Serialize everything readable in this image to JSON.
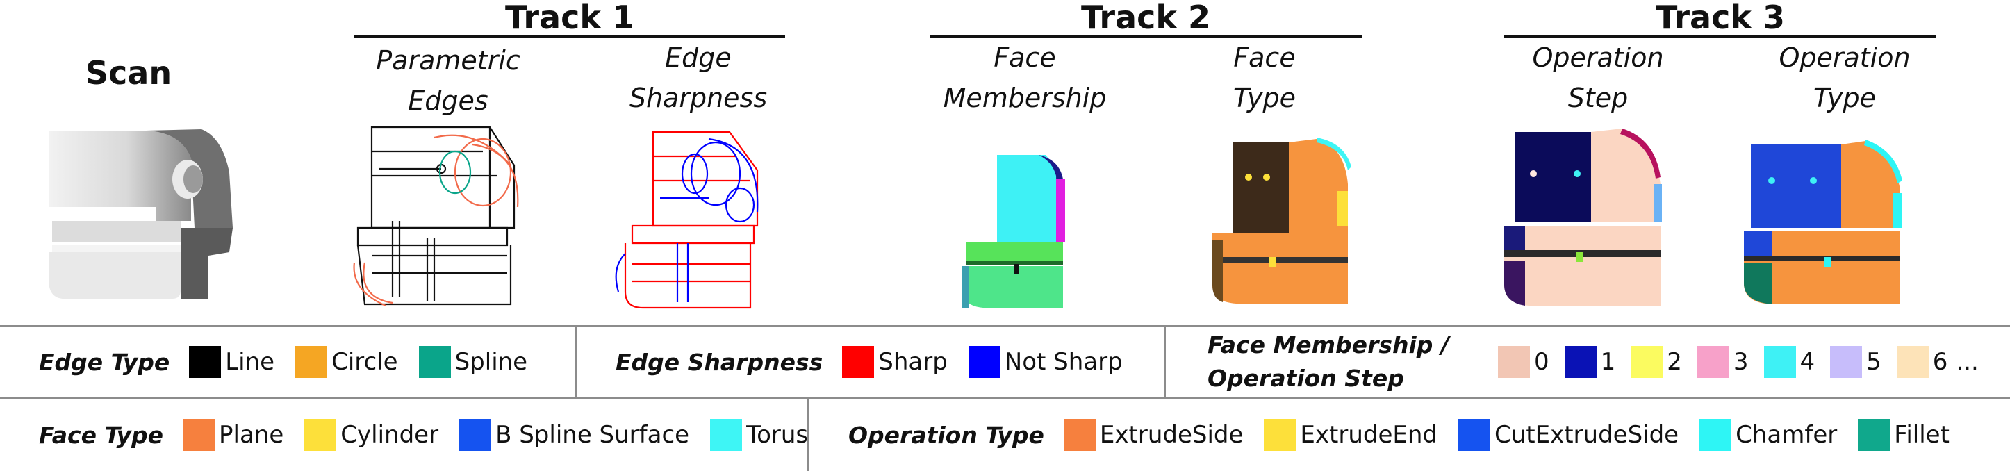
{
  "scan": {
    "title": "Scan"
  },
  "tracks": [
    {
      "title": "Track 1",
      "columns": [
        {
          "line1": "Parametric",
          "line2": "Edges"
        },
        {
          "line1": "Edge",
          "line2": "Sharpness"
        }
      ]
    },
    {
      "title": "Track 2",
      "columns": [
        {
          "line1": "Face",
          "line2": "Membership"
        },
        {
          "line1": "Face",
          "line2": "Type"
        }
      ]
    },
    {
      "title": "Track 3",
      "columns": [
        {
          "line1": "Operation",
          "line2": "Step"
        },
        {
          "line1": "Operation",
          "line2": "Type"
        }
      ]
    }
  ],
  "legend": {
    "edge_type": {
      "title": "Edge Type",
      "items": [
        {
          "label": "Line",
          "color": "#000000"
        },
        {
          "label": "Circle",
          "color": "#f5a623"
        },
        {
          "label": "Spline",
          "color": "#0aa58a"
        }
      ]
    },
    "edge_sharpness": {
      "title": "Edge Sharpness",
      "items": [
        {
          "label": "Sharp",
          "color": "#ff0000"
        },
        {
          "label": "Not Sharp",
          "color": "#0000ff"
        }
      ]
    },
    "face_membership": {
      "title_line1": "Face Membership /",
      "title_line2": "Operation Step",
      "items": [
        {
          "label": "0",
          "color": "#f2c6b4"
        },
        {
          "label": "1",
          "color": "#0a12b5"
        },
        {
          "label": "2",
          "color": "#fbfb60"
        },
        {
          "label": "3",
          "color": "#f7a1c9"
        },
        {
          "label": "4",
          "color": "#3ef1f5"
        },
        {
          "label": "5",
          "color": "#c7bdfb"
        },
        {
          "label": "6",
          "color": "#fde3b8"
        }
      ],
      "more": "..."
    },
    "face_type": {
      "title": "Face Type",
      "items": [
        {
          "label": "Plane",
          "color": "#f6803e"
        },
        {
          "label": "Cylinder",
          "color": "#fde03a"
        },
        {
          "label": "B Spline Surface",
          "color": "#1553f0"
        },
        {
          "label": "Torus",
          "color": "#3ef5f5"
        }
      ]
    },
    "operation_type": {
      "title": "Operation Type",
      "items": [
        {
          "label": "ExtrudeSide",
          "color": "#f6803e"
        },
        {
          "label": "ExtrudeEnd",
          "color": "#fde03a"
        },
        {
          "label": "CutExtrudeSide",
          "color": "#1553f0"
        },
        {
          "label": "Chamfer",
          "color": "#2ef5f5"
        },
        {
          "label": "Fillet",
          "color": "#10a88c"
        }
      ]
    }
  }
}
